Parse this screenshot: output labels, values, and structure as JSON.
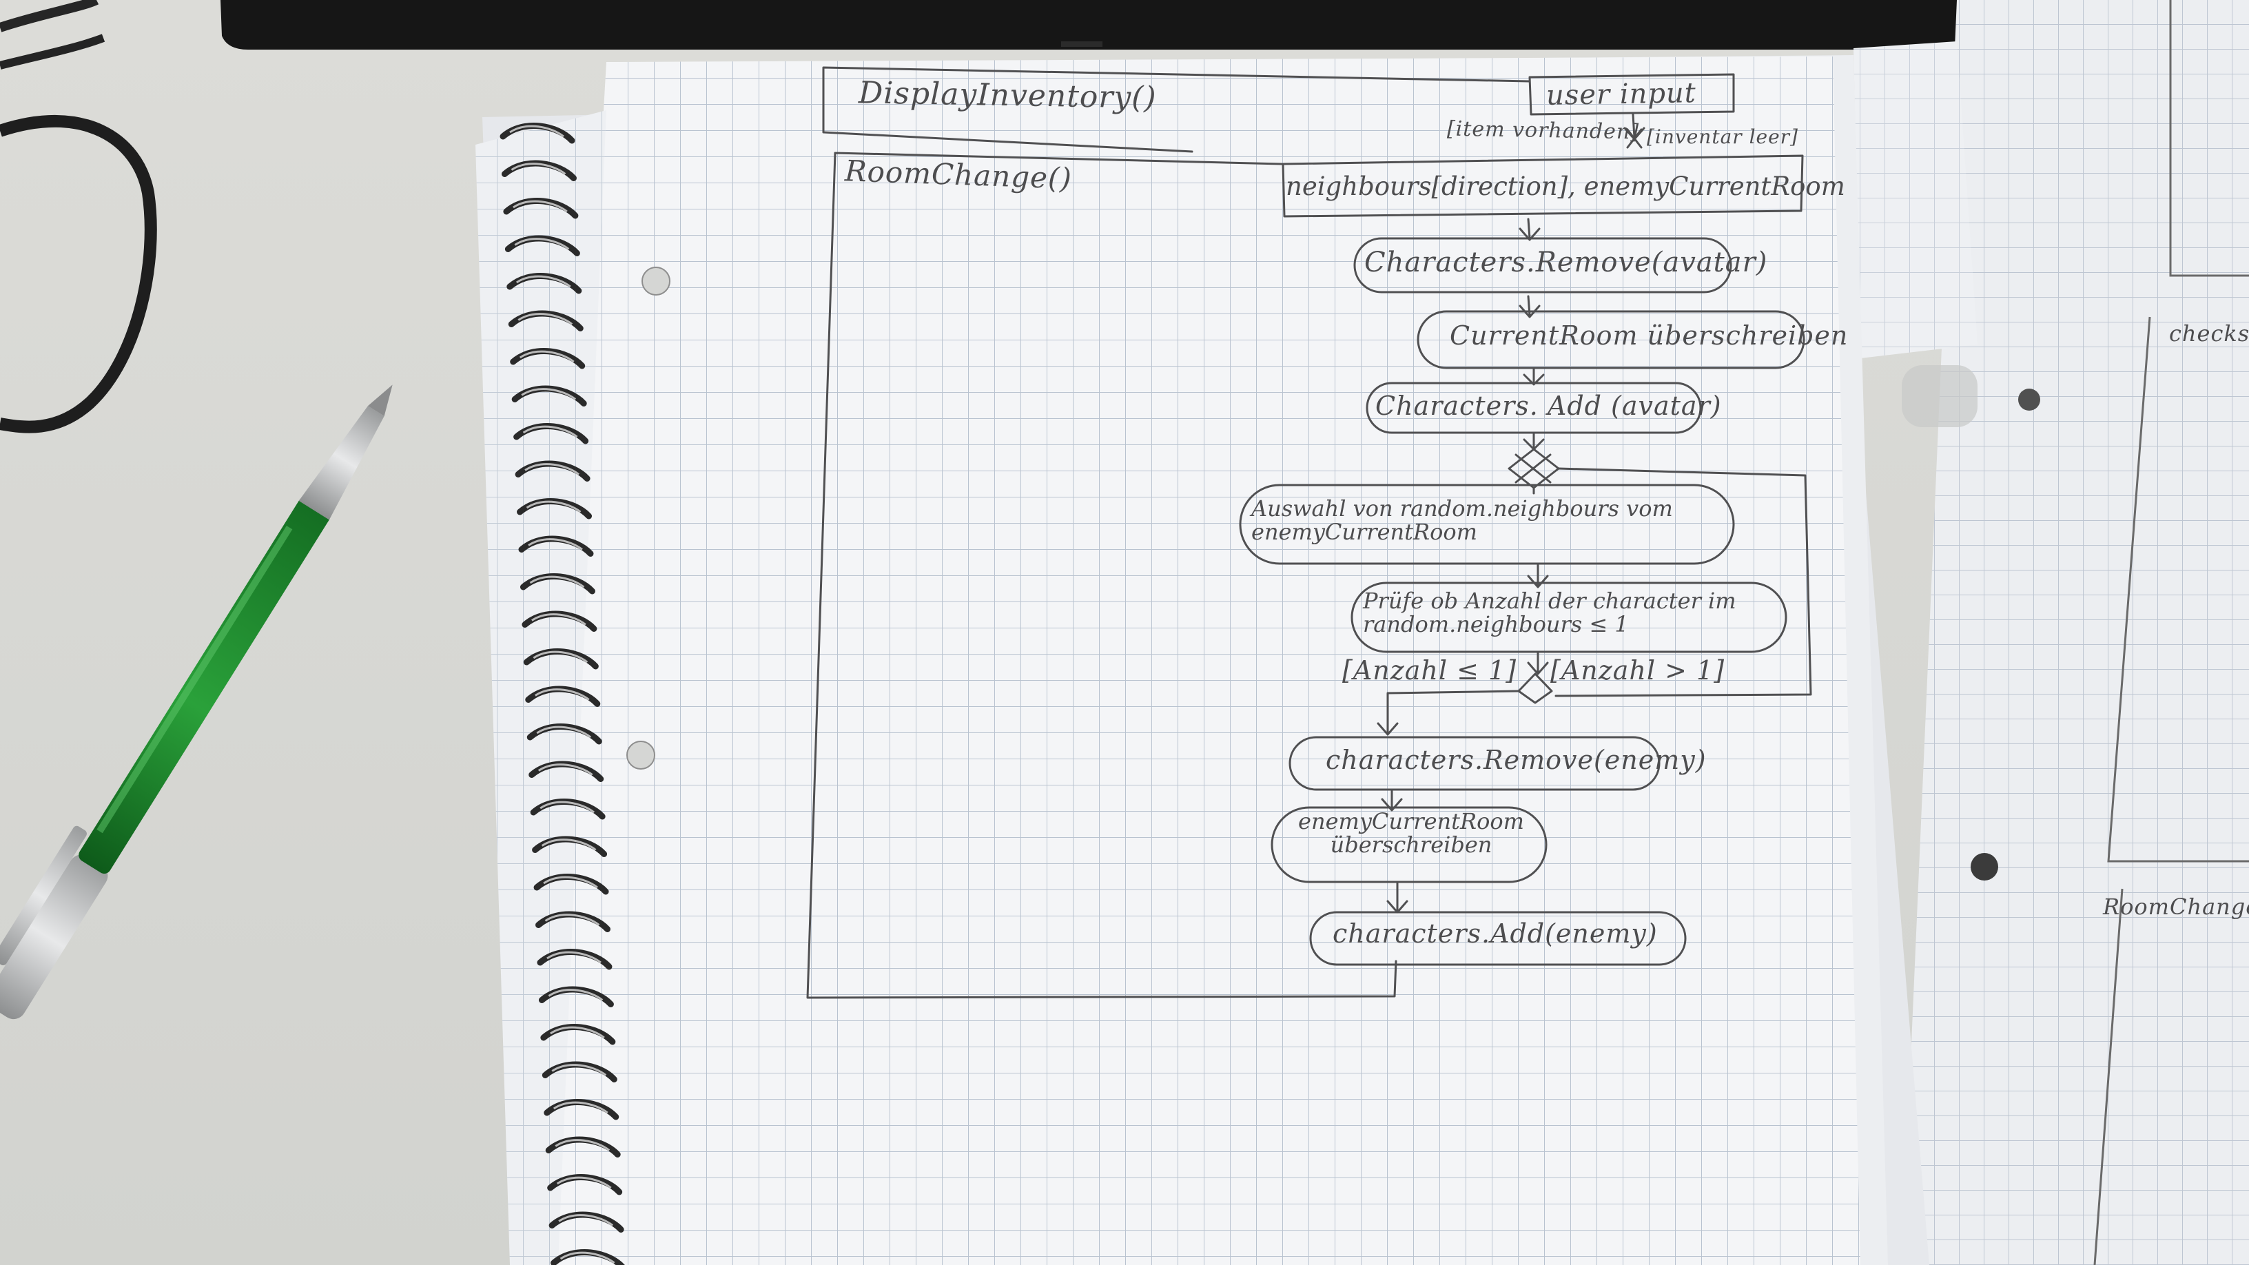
{
  "diagram": {
    "outer_frame_title": "DisplayInventory()",
    "user_input": "user input",
    "guard_top_left": "[item vorhanden]",
    "guard_top_right": "[inventar leer]",
    "room_change_title": "RoomChange()",
    "nodes": [
      "neighbours[direction], enemyCurrentRoom",
      "Characters.Remove(avatar)",
      "CurrentRoom überschreiben",
      "Characters. Add (avatar)",
      "Auswahl von random.neighbours vom enemyCurrentRoom",
      "Prüfe ob Anzahl der character im random.neighbours ≤ 1",
      "characters.Remove(enemy)",
      "enemyCurrentRoom überschreiben",
      "characters.Add(enemy)"
    ],
    "guard_left": "[Anzahl ≤ 1]",
    "guard_right": "[Anzahl > 1]"
  },
  "side_page": {
    "label_top": "checks",
    "label_bottom": "RoomChange"
  },
  "colors": {
    "desk": "#d7d8d4",
    "paper": "#f3f4f6",
    "grid": "#b8c1cf",
    "pencil": "#4d4d4f",
    "pen_body": "#1f8a2e",
    "laptop": "#151515"
  }
}
